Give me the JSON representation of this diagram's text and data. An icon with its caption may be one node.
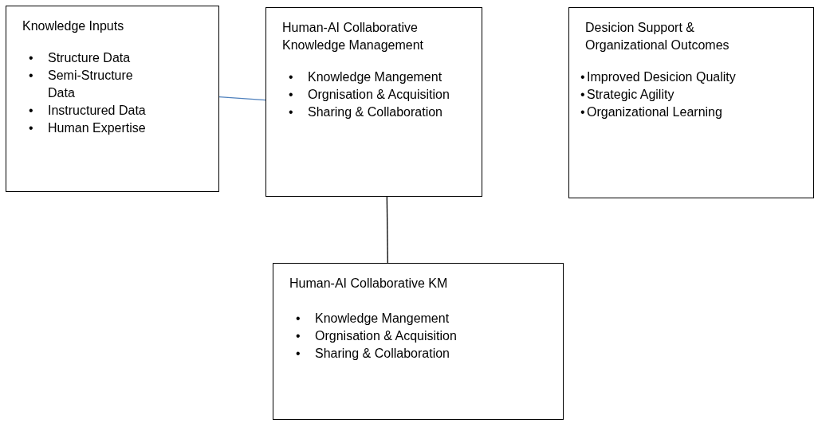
{
  "diagram": {
    "nodes": [
      {
        "text": [
          "Knowledge Inputs",
          "•",
          "Structure Data",
          "•",
          "Semi-Structure Data",
          "•",
          "Instructured Data",
          "•",
          "Human Expertise"
        ]
      },
      {
        "text": [
          "Human-AI Collaborative Knowledge Management",
          "•",
          "Knowledge Mangement",
          "•",
          "Orgnisation & Acquisition",
          "•",
          "Sharing & Collaboration"
        ]
      },
      {
        "text": [
          "Desicion Support & Organizational Outcomes",
          "•",
          "Improved Desicion Quality",
          "•",
          "Strategic Agility",
          "•",
          "Organizational Learning"
        ]
      },
      {
        "text": [
          "Human-AI Collaborative KM",
          "•",
          "Knowledge Mangement",
          "•",
          "Orgnisation & Acquisition",
          "•",
          "Sharing & Collaboration"
        ]
      }
    ],
    "edges": [
      {
        "from": 0,
        "to": 1,
        "arrow": "none",
        "color": "#4f81bd"
      },
      {
        "from": 1,
        "to": 3,
        "arrow": "none",
        "color": "#000000"
      }
    ]
  }
}
